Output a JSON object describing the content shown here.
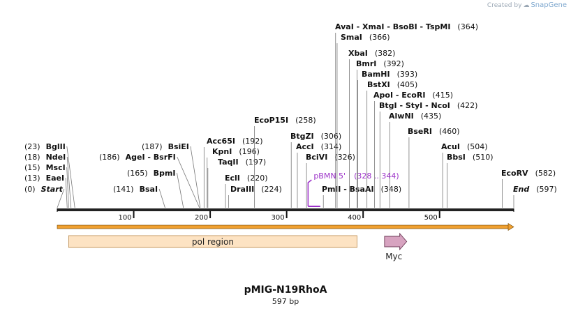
{
  "app": {
    "credit_prefix": "Created by",
    "credit_brand": "SnapGene"
  },
  "plasmid": {
    "name": "pMIG-N19RhoA",
    "length_label": "597 bp",
    "total_bp": 597
  },
  "ruler": {
    "ticks": [
      100,
      200,
      300,
      400,
      500
    ]
  },
  "sites": [
    {
      "name": "Start",
      "pos": 0,
      "label": "(0)",
      "italic": true
    },
    {
      "name": "EaeI",
      "pos": 13,
      "label": "(13)"
    },
    {
      "name": "MscI",
      "pos": 15,
      "label": "(15)"
    },
    {
      "name": "NdeI",
      "pos": 18,
      "label": "(18)"
    },
    {
      "name": "BglII",
      "pos": 23,
      "label": "(23)"
    },
    {
      "name": "BsaI",
      "pos": 141,
      "label": "(141)"
    },
    {
      "name": "BpmI",
      "pos": 165,
      "label": "(165)"
    },
    {
      "name": "AgeI  -  BsrFI",
      "pos": 186,
      "label": "(186)"
    },
    {
      "name": "BsiEI",
      "pos": 187,
      "label": "(187)"
    },
    {
      "name": "Acc65I",
      "pos": 192,
      "label": "(192)"
    },
    {
      "name": "KpnI",
      "pos": 196,
      "label": "(196)"
    },
    {
      "name": "TaqII",
      "pos": 197,
      "label": "(197)"
    },
    {
      "name": "EclI",
      "pos": 220,
      "label": "(220)"
    },
    {
      "name": "DraIII",
      "pos": 224,
      "label": "(224)"
    },
    {
      "name": "EcoP15I",
      "pos": 258,
      "label": "(258)"
    },
    {
      "name": "BtgZI",
      "pos": 306,
      "label": "(306)"
    },
    {
      "name": "AccI",
      "pos": 314,
      "label": "(314)"
    },
    {
      "name": "BciVI",
      "pos": 326,
      "label": "(326)"
    },
    {
      "name": "PmlI  -  BsaAI",
      "pos": 348,
      "label": "(348)"
    },
    {
      "name": "AvaI  -  XmaI  -  BsoBI  -  TspMI",
      "pos": 364,
      "label": "(364)"
    },
    {
      "name": "SmaI",
      "pos": 366,
      "label": "(366)"
    },
    {
      "name": "XbaI",
      "pos": 382,
      "label": "(382)"
    },
    {
      "name": "BmrI",
      "pos": 392,
      "label": "(392)"
    },
    {
      "name": "BamHI",
      "pos": 393,
      "label": "(393)"
    },
    {
      "name": "BstXI",
      "pos": 405,
      "label": "(405)"
    },
    {
      "name": "ApoI  -  EcoRI",
      "pos": 415,
      "label": "(415)"
    },
    {
      "name": "BtgI  -  StyI  -  NcoI",
      "pos": 422,
      "label": "(422)"
    },
    {
      "name": "AlwNI",
      "pos": 435,
      "label": "(435)"
    },
    {
      "name": "BseRI",
      "pos": 460,
      "label": "(460)"
    },
    {
      "name": "AcuI",
      "pos": 504,
      "label": "(504)"
    },
    {
      "name": "BbsI",
      "pos": 510,
      "label": "(510)"
    },
    {
      "name": "EcoRV",
      "pos": 582,
      "label": "(582)"
    },
    {
      "name": "End",
      "pos": 597,
      "label": "(597)",
      "italic": true
    }
  ],
  "primer": {
    "name": "pBMN 5'",
    "range_label": "(328 .. 344)",
    "start": 328,
    "end": 344,
    "color": "#9b30c8"
  },
  "features": [
    {
      "name": "pol region",
      "start": 15,
      "end": 392,
      "type": "region",
      "fill": "#fde3c3",
      "stroke": "#b8874a"
    },
    {
      "name": "Myc",
      "start": 428,
      "end": 457,
      "type": "arrow",
      "fill": "#d7a3c0",
      "stroke": "#6d3a57"
    }
  ],
  "colors": {
    "backbone": "#222222",
    "orf": "#f0a030",
    "orf_outline": "#6e4400",
    "label": "#111111"
  }
}
